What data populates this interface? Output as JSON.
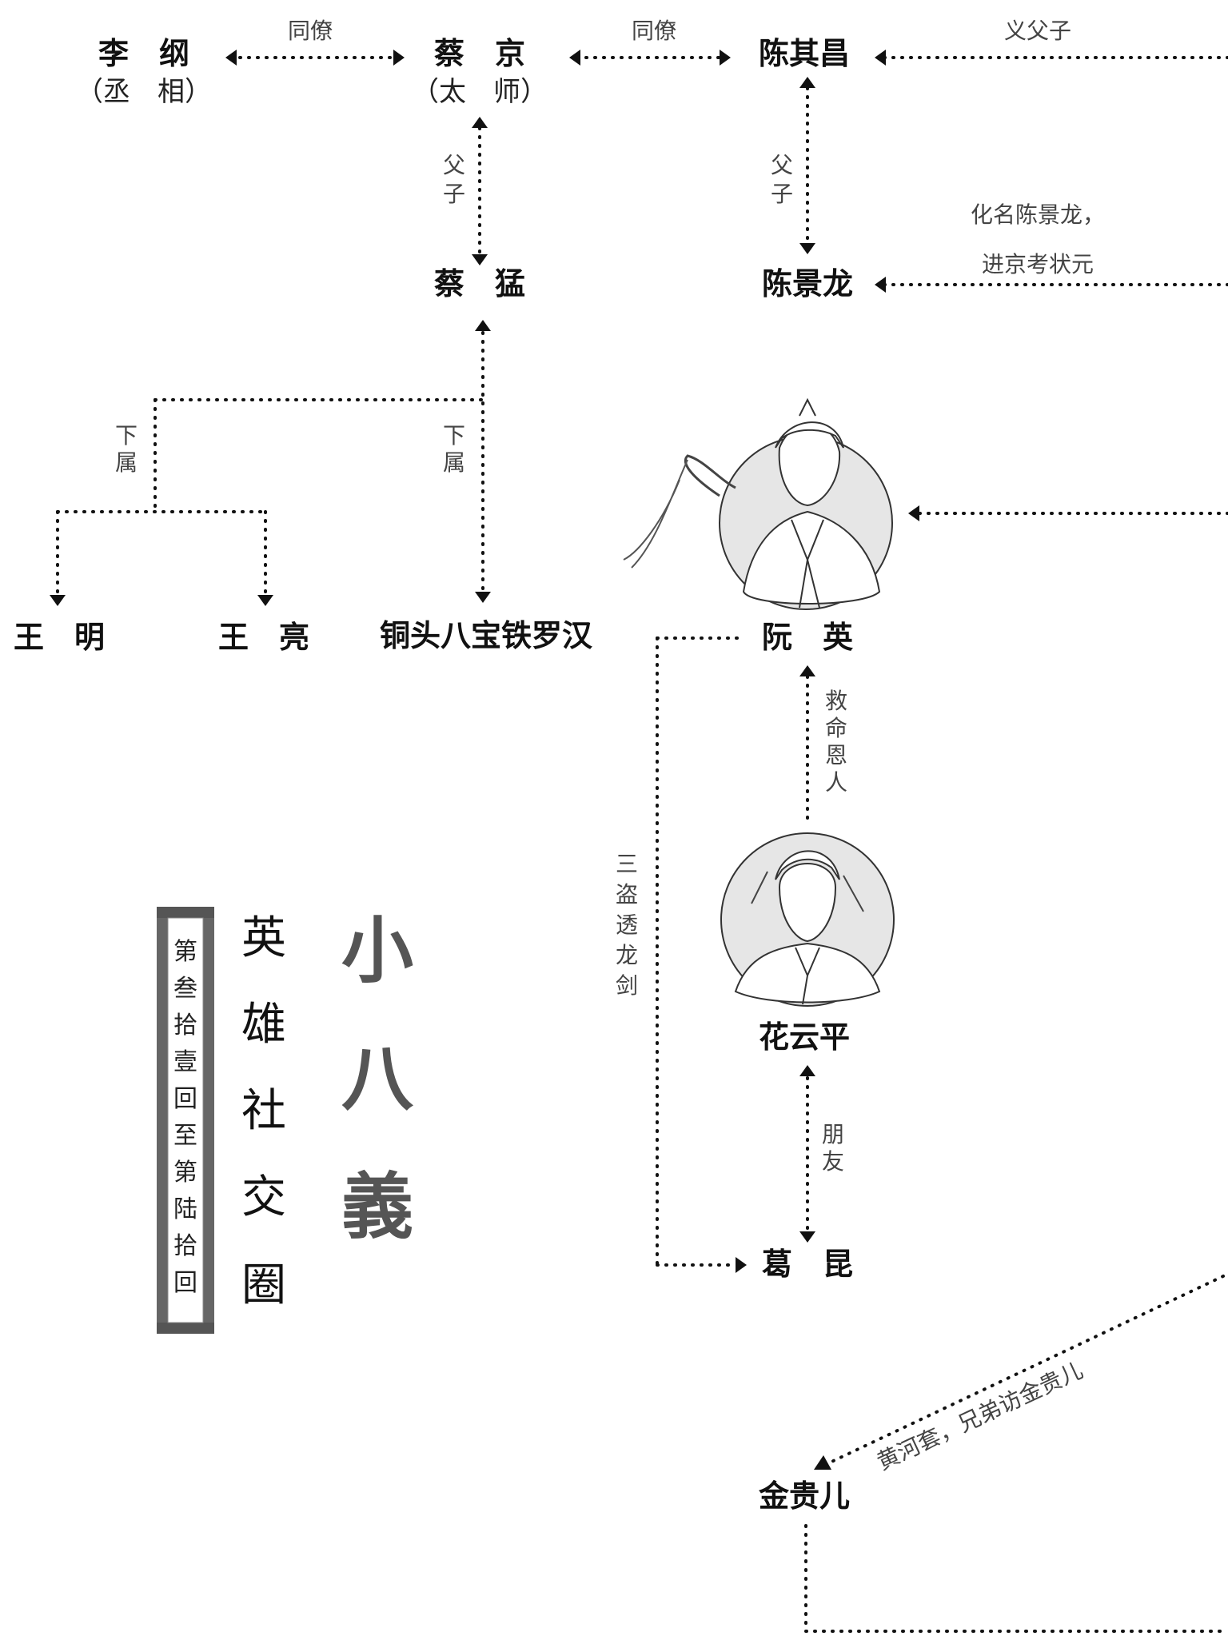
{
  "nodes": {
    "li_gang": {
      "name": "李　纲",
      "title": "（丞　相）"
    },
    "cai_jing": {
      "name": "蔡　京",
      "title": "（太　师）"
    },
    "chen_qichang": {
      "name": "陈其昌"
    },
    "chen_jinglong": {
      "name": "陈景龙"
    },
    "cai_meng": {
      "name": "蔡　猛"
    },
    "wang_ming": {
      "name": "王　明"
    },
    "wang_liang": {
      "name": "王　亮"
    },
    "tongtou": {
      "name": "铜头八宝铁罗汉"
    },
    "ruan_ying": {
      "name": "阮　英"
    },
    "hua_yunping": {
      "name": "花云平"
    },
    "ge_kun": {
      "name": "葛　昆"
    },
    "jin_guier": {
      "name": "金贵儿"
    }
  },
  "relations": {
    "colleague_1": "同僚",
    "colleague_2": "同僚",
    "godfather": "义父子",
    "father_son_1": [
      "父",
      "子"
    ],
    "father_son_2": [
      "父",
      "子"
    ],
    "alias_line1": "化名陈景龙，",
    "alias_line2": "进京考状元",
    "subordinate_1": [
      "下",
      "属"
    ],
    "subordinate_2": [
      "下",
      "属"
    ],
    "savior": [
      "救",
      "命",
      "恩",
      "人"
    ],
    "friend": [
      "朋",
      "友"
    ],
    "three_steal": [
      "三",
      "盗",
      "透",
      "龙",
      "剑"
    ],
    "yellow_river": "黄河套，兄弟访金贵儿"
  },
  "title": {
    "main": [
      "小",
      "八",
      "義"
    ],
    "sub": [
      "英",
      "雄",
      "社",
      "交",
      "圈"
    ],
    "scroll": [
      "第",
      "叁",
      "拾",
      "壹",
      "回",
      "至",
      "第",
      "陆",
      "拾",
      "回"
    ]
  }
}
